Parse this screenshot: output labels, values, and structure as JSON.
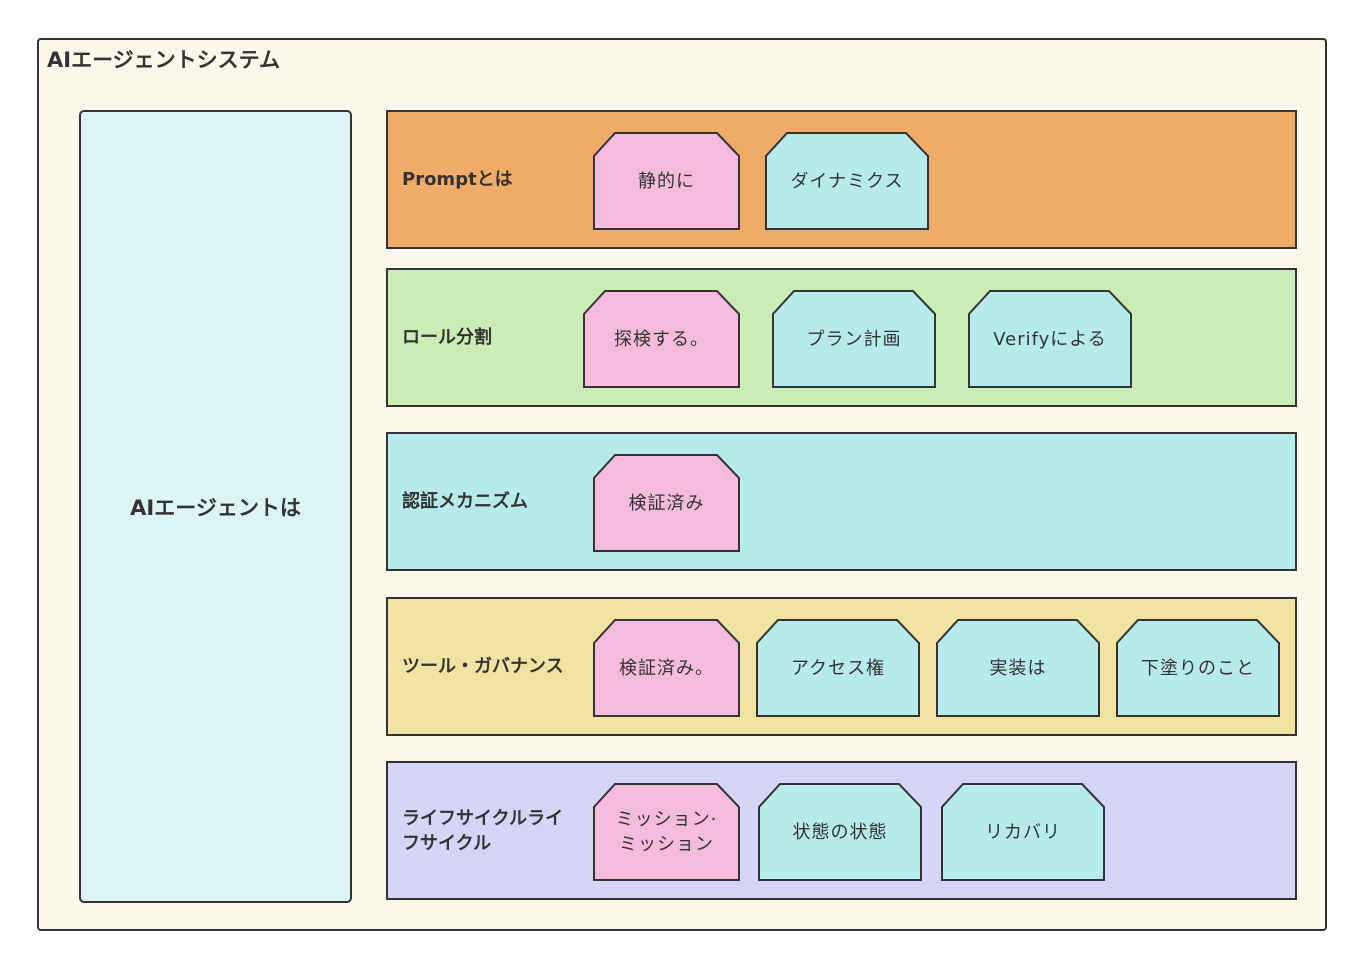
{
  "system": {
    "title": "AIエージェントシステム",
    "left_panel": "AIエージェントは"
  },
  "colors": {
    "row_orange": "#f0ab69",
    "row_green": "#cbecb4",
    "row_cyan": "#b7eaea",
    "row_yellow": "#f1e4a3",
    "row_lavender": "#d4d5f7",
    "card_pink": "#f5bbdc",
    "card_cyan": "#b7eaea"
  },
  "rows": [
    {
      "label": "Promptとは",
      "cards": [
        {
          "text": "静的に",
          "color": "pink"
        },
        {
          "text": "ダイナミクス",
          "color": "cyan"
        }
      ]
    },
    {
      "label": "ロール分割",
      "cards": [
        {
          "text": "探検する。",
          "color": "pink"
        },
        {
          "text": "プラン計画",
          "color": "cyan"
        },
        {
          "text": "Verifyによる",
          "color": "cyan"
        }
      ]
    },
    {
      "label": "認証メカニズム",
      "cards": [
        {
          "text": "検証済み",
          "color": "pink"
        }
      ]
    },
    {
      "label": "ツール・ガバナンス",
      "cards": [
        {
          "text": "検証済み。",
          "color": "pink"
        },
        {
          "text": "アクセス権",
          "color": "cyan"
        },
        {
          "text": "実装は",
          "color": "cyan"
        },
        {
          "text": "下塗りのこと",
          "color": "cyan"
        }
      ]
    },
    {
      "label": "ライフサイクルライフサイクル",
      "label_lines": [
        "ライフサイクルライ",
        "フサイクル"
      ],
      "cards": [
        {
          "text": "ミッション・ミッション",
          "lines": [
            "ミッション·",
            "ミッション"
          ],
          "color": "pink"
        },
        {
          "text": "状態の状態",
          "color": "cyan"
        },
        {
          "text": "リカバリ",
          "color": "cyan"
        }
      ]
    }
  ]
}
